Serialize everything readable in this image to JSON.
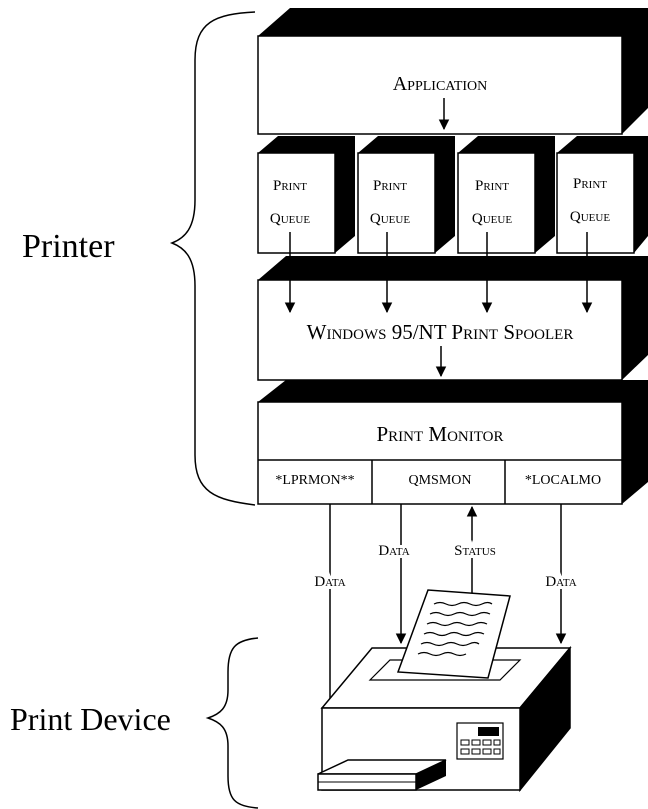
{
  "braces": {
    "printer_label": "Printer",
    "device_label": "Print Device"
  },
  "application": {
    "label": "Application"
  },
  "queues": [
    {
      "line1": "Print",
      "line2": "Queue"
    },
    {
      "line1": "Print",
      "line2": "Queue"
    },
    {
      "line1": "Print",
      "line2": "Queue"
    },
    {
      "line1": "Print",
      "line2": "Queue"
    }
  ],
  "spooler": {
    "label": "Windows 95/NT Print Spooler"
  },
  "monitor": {
    "label": "Print Monitor",
    "cells": [
      "*LPRMON**",
      "QMSMON",
      "*LOCALMO"
    ]
  },
  "connections": {
    "left_data": "Data",
    "mid_data": "Data",
    "status": "Status",
    "right_data": "Data"
  }
}
